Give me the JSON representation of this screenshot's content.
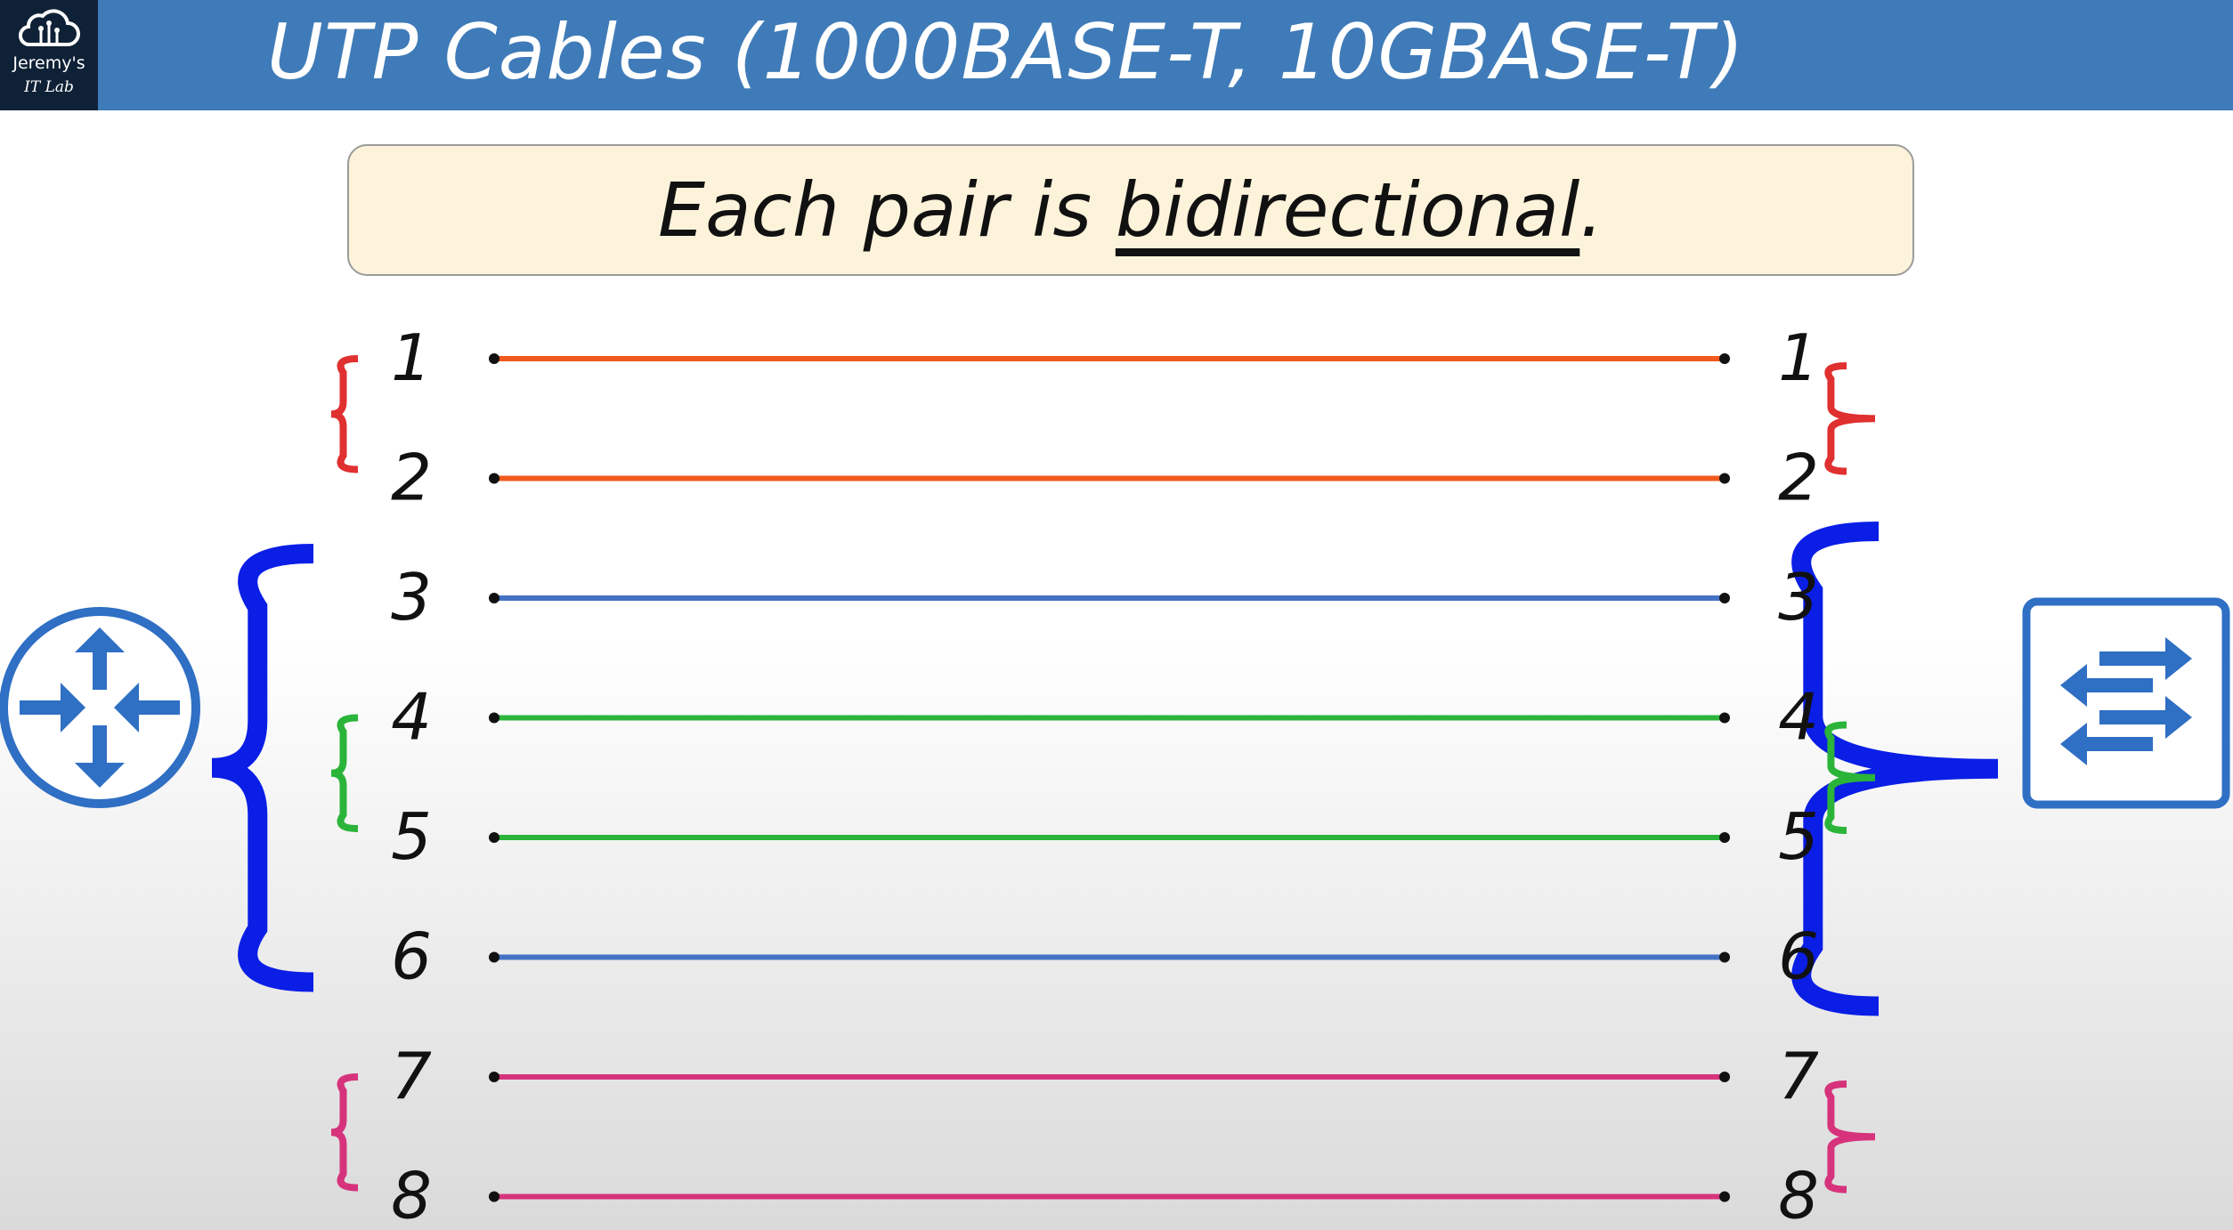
{
  "header": {
    "title": "UTP Cables (1000BASE-T, 10GBASE-T)",
    "logo_line1": "Jeremy's",
    "logo_line2": "IT Lab",
    "background": "#3f7bb8"
  },
  "banner": {
    "text_before": "Each pair is ",
    "text_emphasis": "bidirectional",
    "text_after": "."
  },
  "wires": [
    {
      "left": "1",
      "right": "1",
      "color": "#f05a1e"
    },
    {
      "left": "2",
      "right": "2",
      "color": "#f05a1e"
    },
    {
      "left": "3",
      "right": "3",
      "color": "#4472c4"
    },
    {
      "left": "4",
      "right": "4",
      "color": "#2bb43a"
    },
    {
      "left": "5",
      "right": "5",
      "color": "#2bb43a"
    },
    {
      "left": "6",
      "right": "6",
      "color": "#4472c4"
    },
    {
      "left": "7",
      "right": "7",
      "color": "#d6337c"
    },
    {
      "left": "8",
      "right": "8",
      "color": "#d6337c"
    }
  ],
  "pairs": [
    {
      "pins": [
        1,
        2
      ],
      "color": "#e03030"
    },
    {
      "pins": [
        3,
        6
      ],
      "color": "#0a1ee6"
    },
    {
      "pins": [
        4,
        5
      ],
      "color": "#2bb43a"
    },
    {
      "pins": [
        7,
        8
      ],
      "color": "#d6337c"
    }
  ],
  "devices": {
    "left": {
      "icon": "router-icon",
      "color": "#2f6fc4"
    },
    "right": {
      "icon": "switch-icon",
      "color": "#2f6fc4"
    }
  }
}
